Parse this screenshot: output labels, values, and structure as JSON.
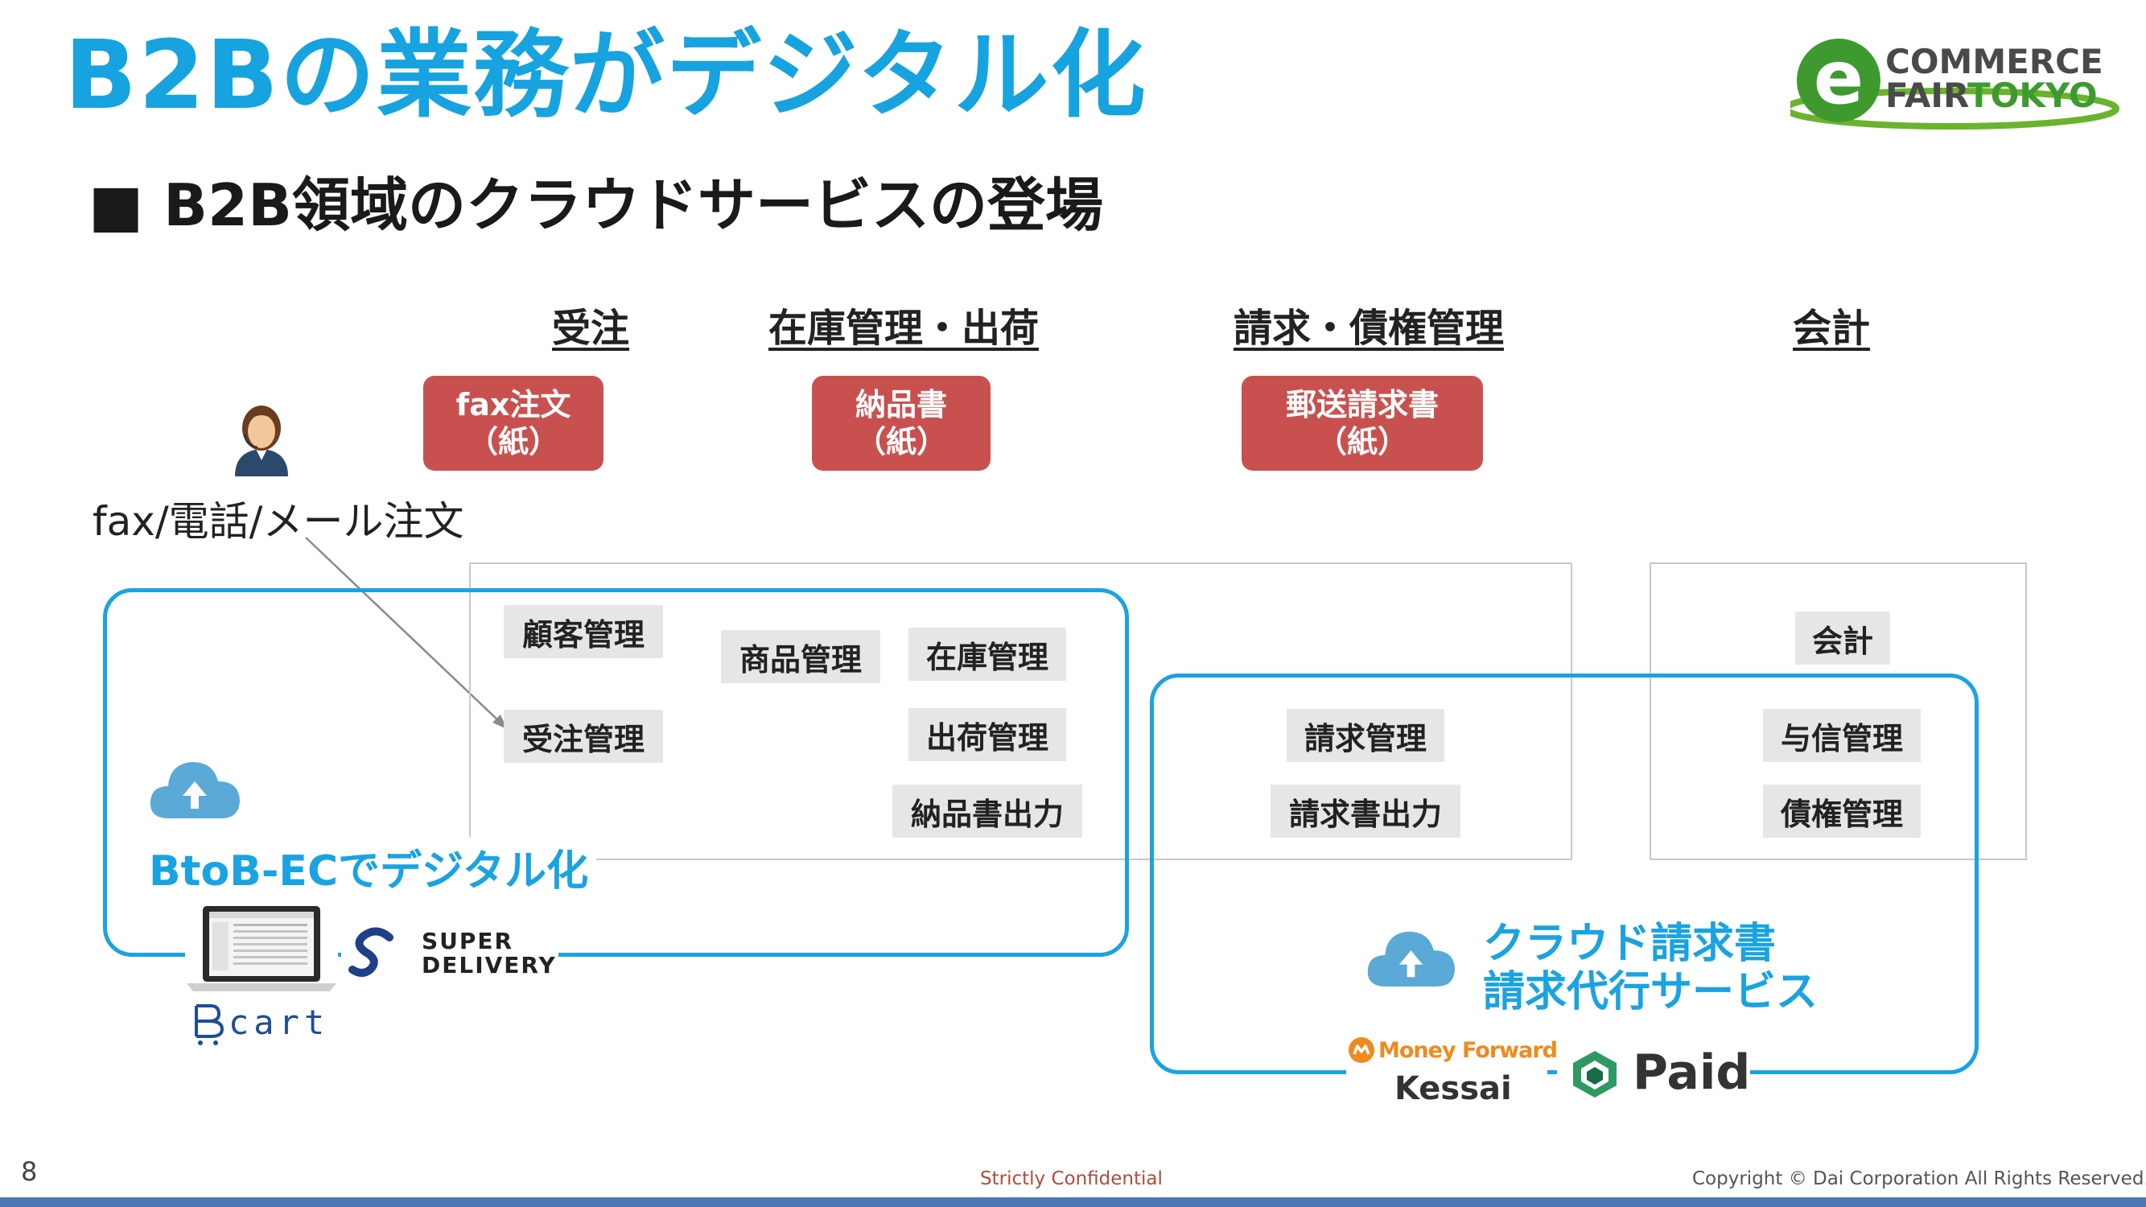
{
  "slide": {
    "title": "B2Bの業務がデジタル化",
    "subtitle": "■ B2B領域のクラウドサービスの登場",
    "page_number": "8",
    "confidential": "Strictly Confidential",
    "copyright": "Copyright © Dai Corporation All Rights Reserved."
  },
  "logo": {
    "line1": "COMMERCE",
    "line2a": "FAIR",
    "line2b": "TOKYO"
  },
  "columns": [
    "受注",
    "在庫管理・出荷",
    "請求・債権管理",
    "会計"
  ],
  "paper": [
    {
      "line1": "fax注文",
      "line2": "（紙）"
    },
    {
      "line1": "納品書",
      "line2": "（紙）"
    },
    {
      "line1": "郵送請求書",
      "line2": "（紙）"
    }
  ],
  "order_channel": "fax/電話/メール注文",
  "tasks": {
    "customer": "顧客管理",
    "order": "受注管理",
    "product": "商品管理",
    "inventory": "在庫管理",
    "shipping": "出荷管理",
    "delivery_note": "納品書出力",
    "billing": "請求管理",
    "invoice_output": "請求書出力",
    "accounting": "会計",
    "credit": "与信管理",
    "receivable": "債権管理"
  },
  "btob": {
    "label": "BtoB-ECでデジタル化",
    "brands": [
      "SUPER",
      "DELIVERY",
      "cart"
    ]
  },
  "cloud_invoice": {
    "line1": "クラウド請求書",
    "line2": "請求代行サービス",
    "brands": [
      "Money Forward",
      "Kessai",
      "Paid"
    ]
  },
  "colors": {
    "accent_blue": "#19a3e2",
    "paper_red": "#c8514f",
    "bottom_bar": "#4a78b5"
  },
  "icons": [
    "person-icon",
    "cloud-upload-icon",
    "laptop-icon",
    "super-delivery-logo",
    "bcart-logo",
    "money-forward-logo",
    "paid-logo"
  ]
}
